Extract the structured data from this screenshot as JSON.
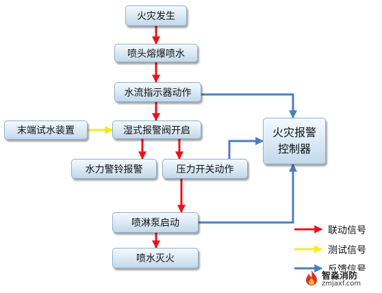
{
  "nodes": {
    "fire": "火灾发生",
    "sprinkler_burst": "喷头熔爆喷水",
    "flow_indicator": "水流指示器动作",
    "end_test": "末端试水装置",
    "wet_alarm_valve": "湿式报警阀开启",
    "water_bell": "水力警铃报警",
    "pressure_switch": "压力开关动作",
    "pump_start": "喷淋泵启动",
    "extinguish": "喷水灭火",
    "controller_line1": "火灾报警",
    "controller_line2": "控制器"
  },
  "legend": {
    "linkage": "联动信号",
    "test": "测试信号",
    "feedback": "反馈信号"
  },
  "colors": {
    "linkage": "#e8141b",
    "test": "#f4ec1a",
    "feedback": "#4a7ebb"
  },
  "watermark": {
    "name": "智淼消防",
    "domain": "zmjaxf.com"
  }
}
